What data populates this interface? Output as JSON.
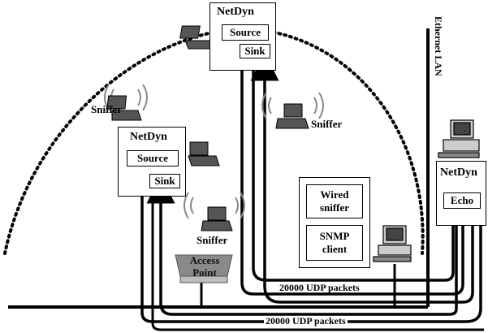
{
  "netdyn_top": {
    "title": "NetDyn",
    "source": "Source",
    "sink": "Sink"
  },
  "netdyn_mid": {
    "title": "NetDyn",
    "source": "Source",
    "sink": "Sink"
  },
  "netdyn_right": {
    "title": "NetDyn",
    "echo": "Echo"
  },
  "wired_box": {
    "wired_sniffer": "Wired\nsniffer",
    "snmp_client": "SNMP\nclient"
  },
  "sniffer_labels": [
    "Sniffer",
    "Sniffer",
    "Sniffer"
  ],
  "access_point": "Access\nPoint",
  "ethernet_lan": "Ethernet LAN",
  "packets_upper": "20000 UDP packets",
  "packets_lower": "20000 UDP packets",
  "icons": [
    "laptop-icon",
    "wifi-waves-icon",
    "desktop-computer-icon"
  ]
}
